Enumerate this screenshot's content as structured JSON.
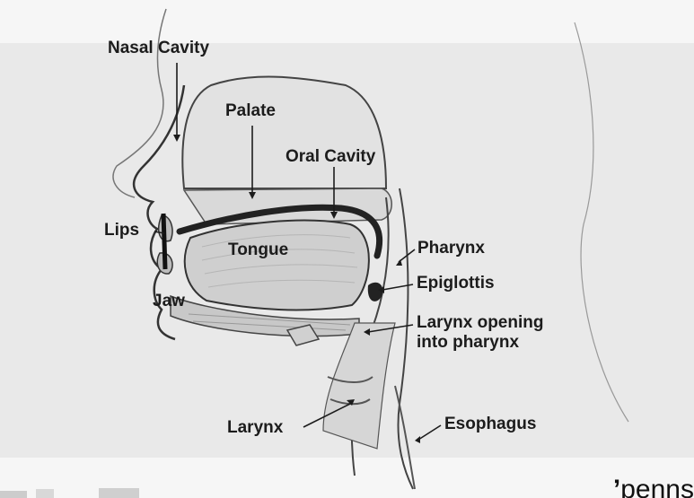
{
  "diagram": {
    "labels": {
      "nasal_cavity": "Nasal Cavity",
      "palate": "Palate",
      "oral_cavity": "Oral Cavity",
      "lips": "Lips",
      "tongue": "Tongue",
      "jaw": "Jaw",
      "pharynx": "Pharynx",
      "epiglottis": "Epiglottis",
      "larynx_opening": "Larynx opening\ninto pharynx",
      "larynx": "Larynx",
      "esophagus": "Esophagus"
    }
  },
  "footer": {
    "brand_text": "penns"
  },
  "colors": {
    "panel": "#e9e9e9",
    "ink": "#1c1c1c",
    "tongue_fill": "#cfcfcf",
    "oral_dark": "#2b2b2b"
  }
}
